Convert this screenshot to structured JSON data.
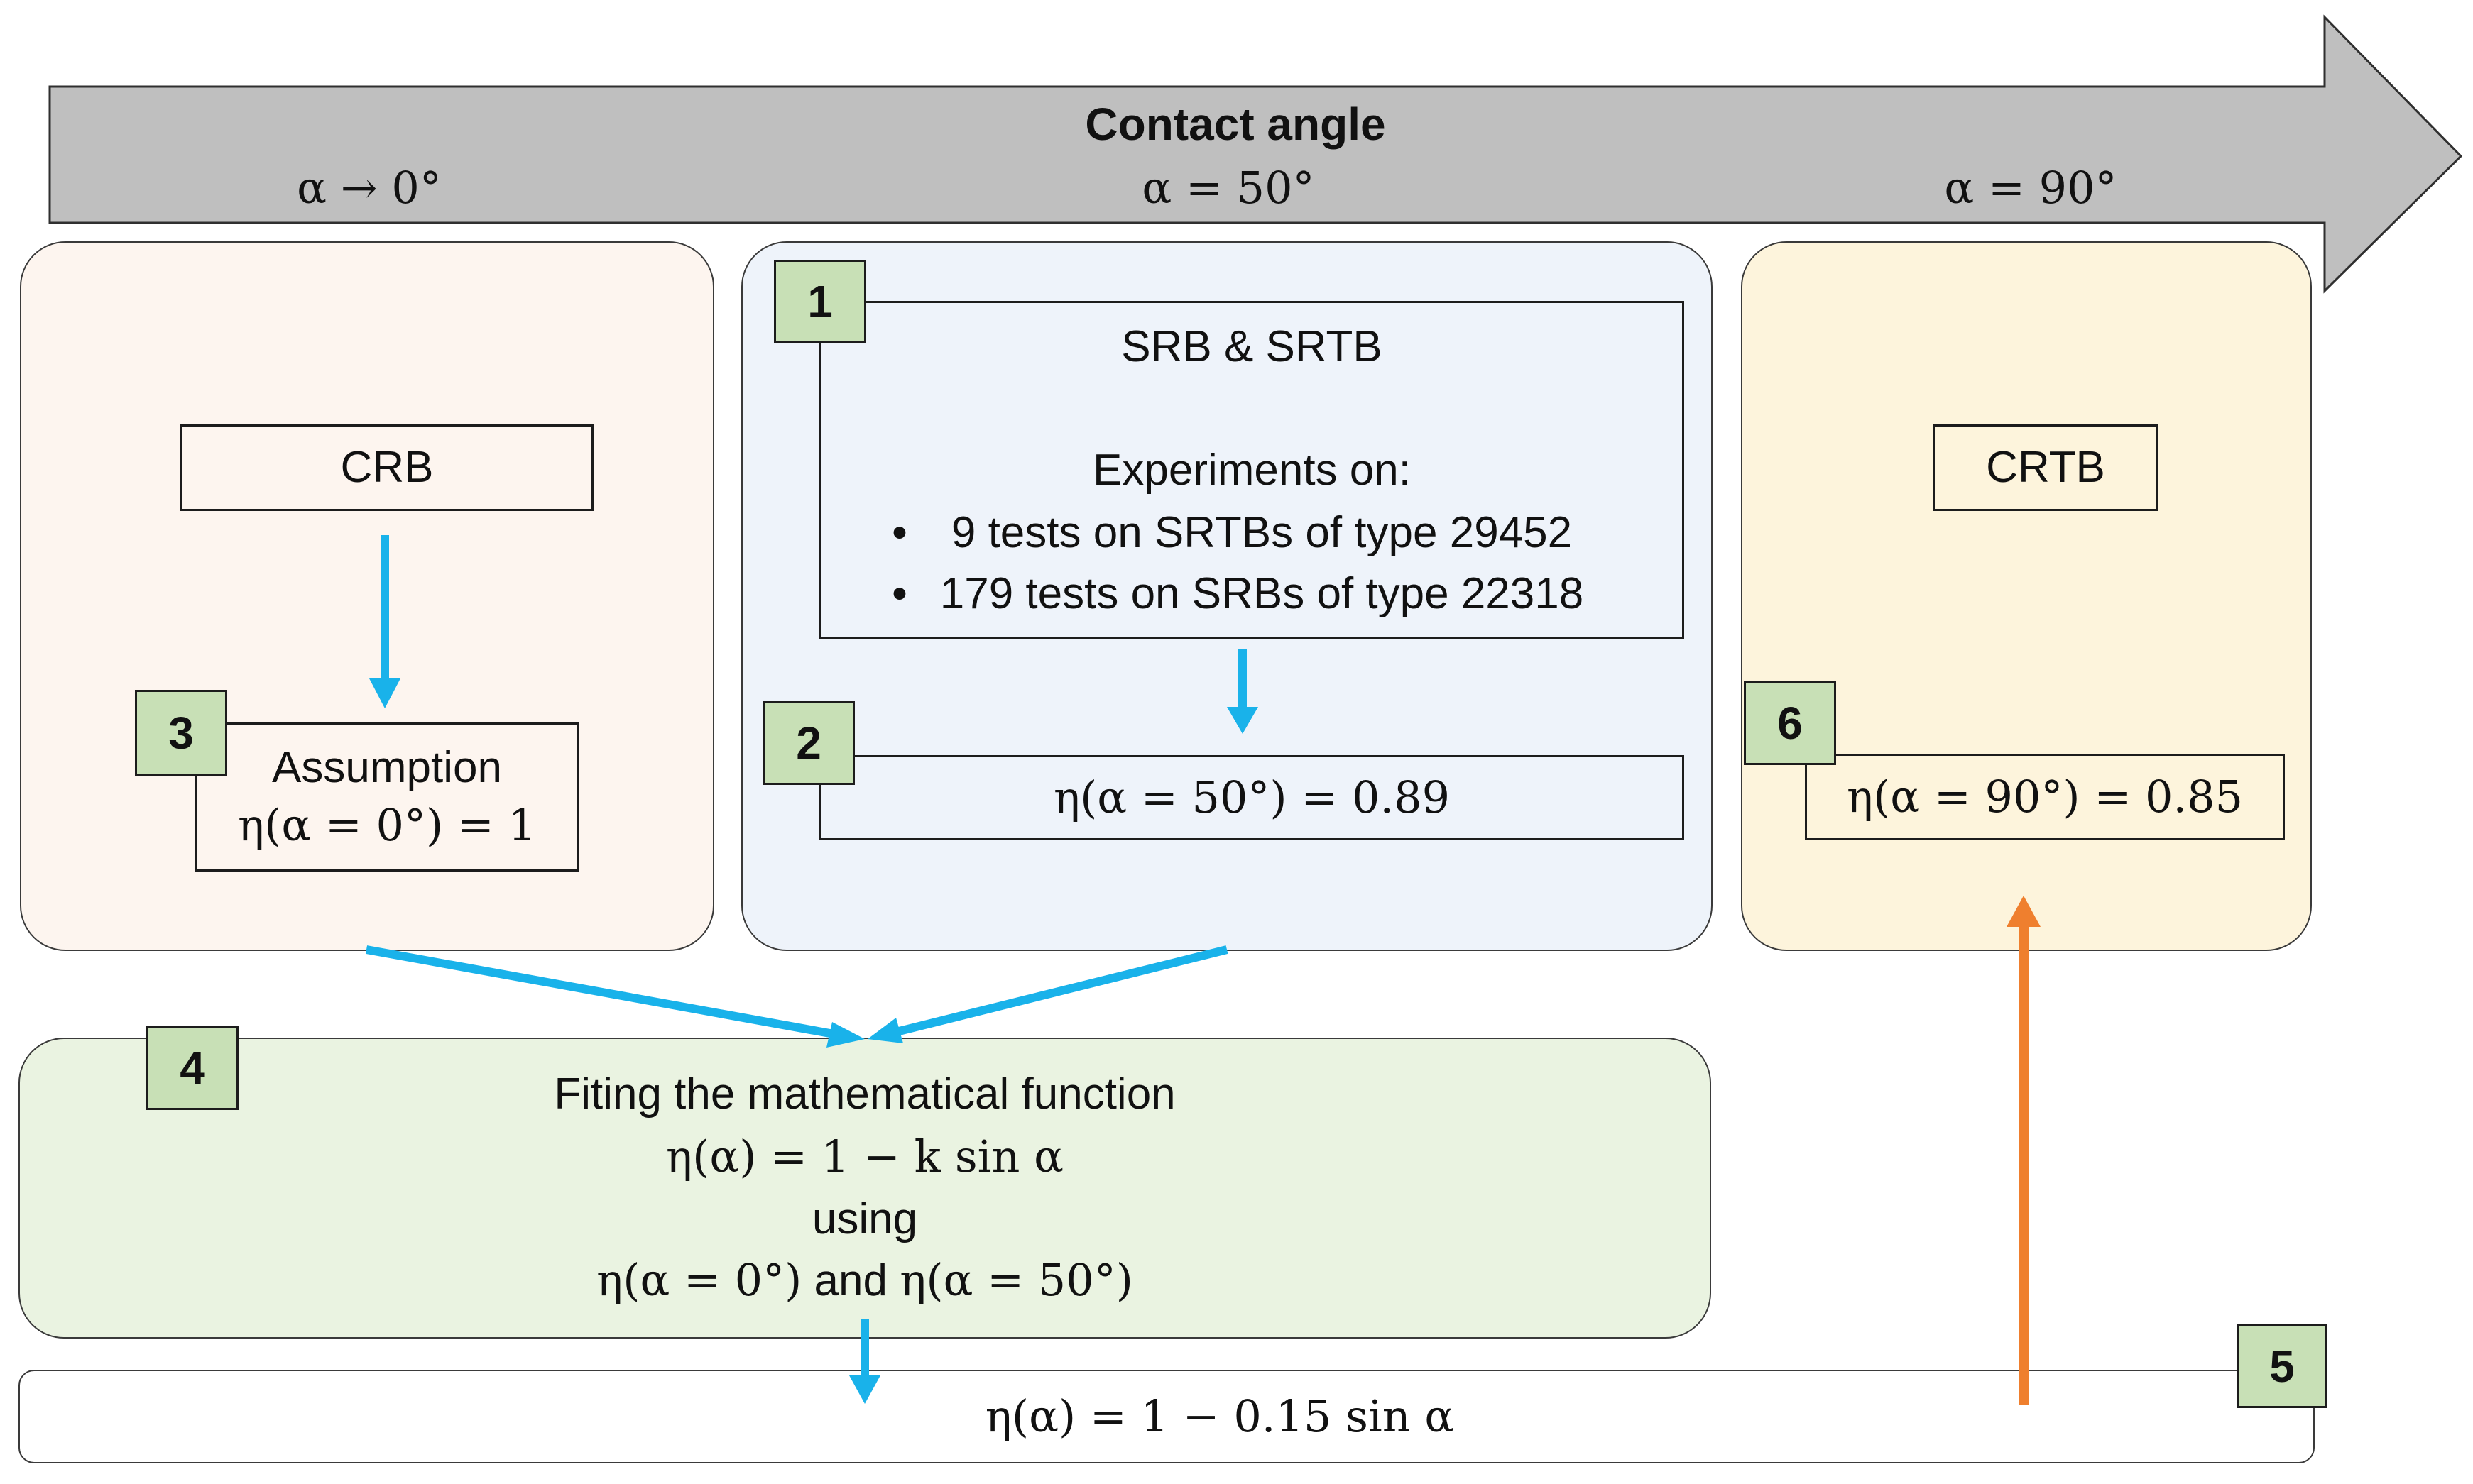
{
  "header": {
    "title": "Contact angle",
    "angle_left": "α → 0°",
    "angle_mid": "α = 50°",
    "angle_right": "α = 90°"
  },
  "panel_left": {
    "box_crb": "CRB",
    "badge": "3",
    "assumption_label": "Assumption",
    "assumption_formula": "η(α = 0°) = 1"
  },
  "panel_mid": {
    "badge_1": "1",
    "title": "SRB & SRTB",
    "experiments_heading": "Experiments on:",
    "bullets": [
      "9 tests on SRTBs of type 29452",
      "179 tests on SRBs of type 22318"
    ],
    "bullet_char": "•",
    "badge_2": "2",
    "result_formula": "η(α = 50°) = 0.89"
  },
  "panel_right": {
    "box_crtb": "CRTB",
    "badge": "6",
    "result_formula": "η(α = 90°) = 0.85"
  },
  "panel_fit": {
    "badge": "4",
    "line1": "Fiting the mathematical function",
    "line2": "η(α) = 1 − k sin α",
    "line3": "using",
    "line4_a": "η(α = 0°)",
    "line4_and": "and",
    "line4_b": "η(α = 50°)"
  },
  "final": {
    "badge": "5",
    "formula": "η(α) = 1 − 0.15 sin α"
  },
  "colors": {
    "header_arrow": "#bfbfbf",
    "panel_left_bg": "#fdf5ef",
    "panel_mid_bg": "#eef3fa",
    "panel_right_bg": "#fdf4dc",
    "panel_fit_bg": "#eaf3e1",
    "badge_bg": "#c8e0b6",
    "blue_arrow": "#19b2ea",
    "orange_arrow": "#ef7f2e"
  }
}
